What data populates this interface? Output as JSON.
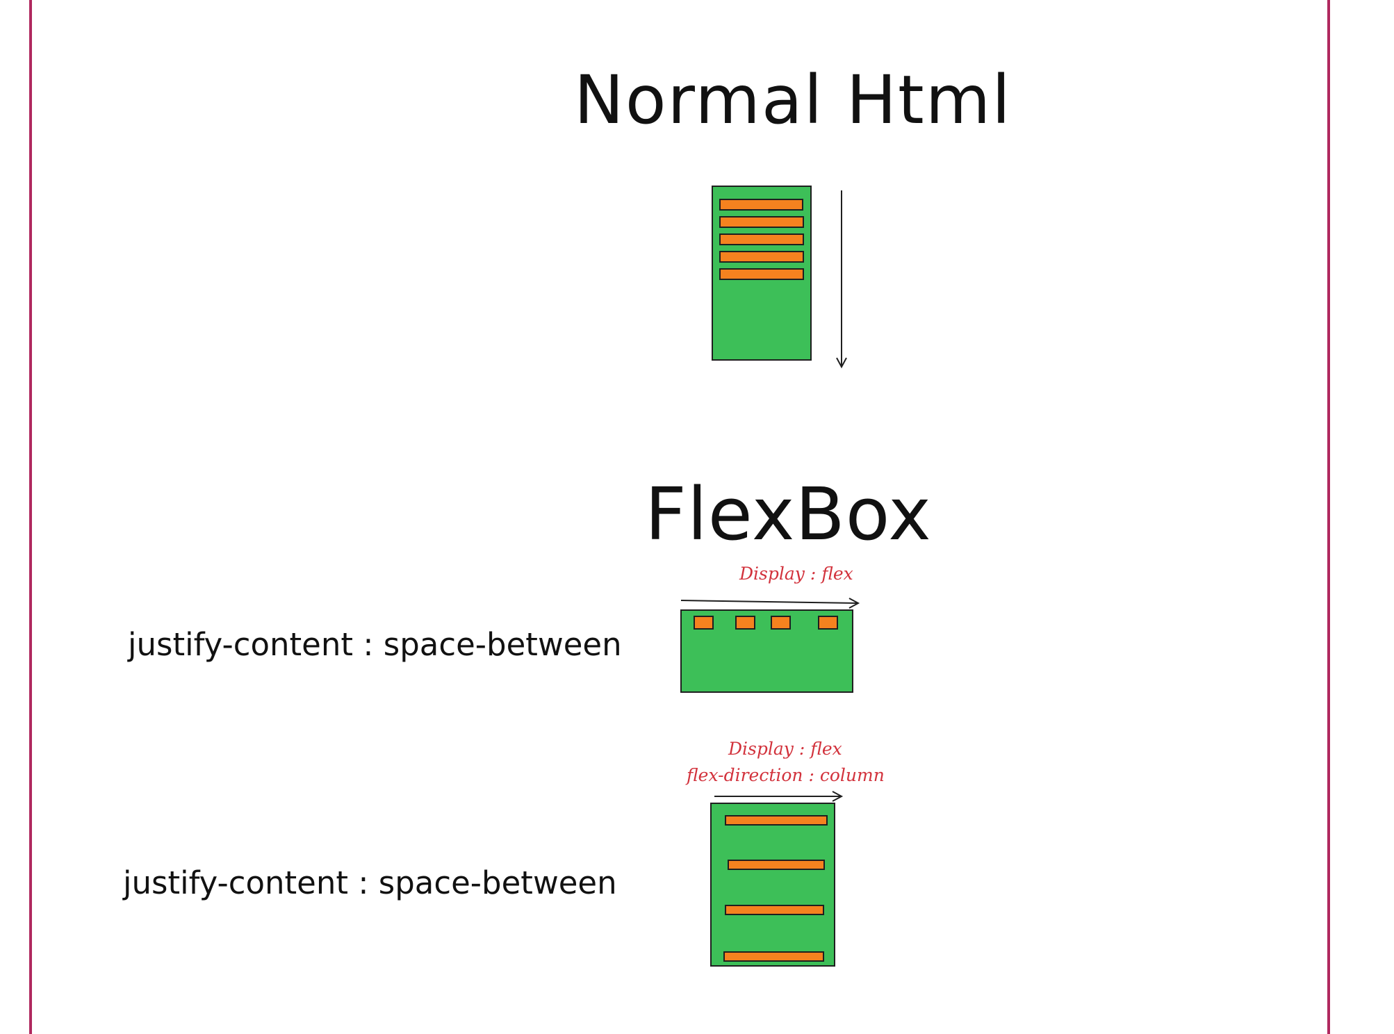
{
  "normal_section": {
    "title": "Normal Html"
  },
  "flex_section": {
    "title": "FlexBox",
    "row_example": {
      "annotation_display": "Display : flex",
      "property_label": "justify-content : space-between"
    },
    "column_example": {
      "annotation_display": "Display : flex",
      "annotation_direction": "flex-direction : column",
      "property_label": "justify-content : space-between"
    }
  },
  "colors": {
    "container": "#3dbf58",
    "item": "#f5821f",
    "frame": "#b0295f",
    "annotation": "#d2323c",
    "outline": "#1f1f1f"
  },
  "icons": {
    "flow_down": "arrow-down-icon",
    "flow_right": "arrow-right-icon"
  }
}
